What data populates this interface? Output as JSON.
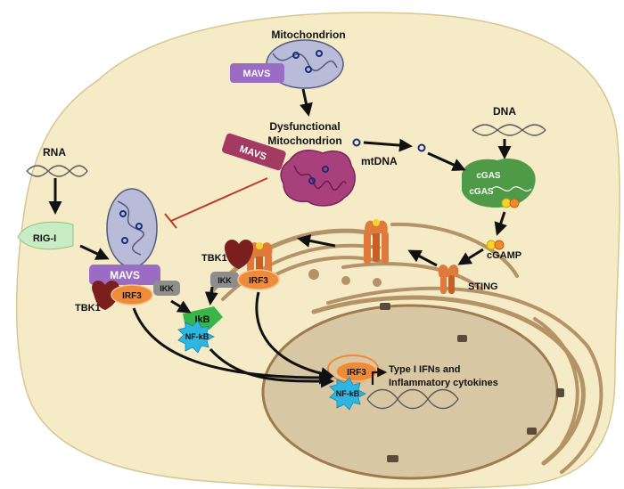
{
  "labels": {
    "mitochondrion": "Mitochondrion",
    "dysfunctional_1": "Dysfunctional",
    "dysfunctional_2": "Mitochondrion",
    "mtdna": "mtDNA",
    "dna": "DNA",
    "rna": "RNA",
    "rig_i": "RIG-I",
    "cgas_1": "cGAS",
    "cgas_2": "cGAS",
    "cgamp": "cGAMP",
    "sting": "STING",
    "tbk1_left": "TBK1",
    "tbk1_center": "TBK1",
    "mavs_top": "MAVS",
    "mavs_dys": "MAVS",
    "mavs_left": "MAVS",
    "irf3_left": "IRF3",
    "ikk_left": "IKK",
    "ikk_center": "IKK",
    "irf3_center": "IRF3",
    "ikb": "IkB",
    "nfkb_cyto": "NF-kB",
    "irf3_nucleus": "IRF3",
    "nfkb_nucleus": "NF-kB",
    "output_1": "Type I IFNs and",
    "output_2": "Inflammatory cytokines"
  },
  "colors": {
    "cell": "#f5ebc7",
    "nucleus": "#d8c7a3",
    "er": "#b49366",
    "mito": "#b8bcd8",
    "mito_dys": "#a8407c",
    "mavs": "#9b6cc4",
    "mavs_dys": "#a33a62",
    "cgas": "#4f9a47",
    "irf3": "#ee8b3a",
    "nfkb": "#2eb6e2",
    "ikb": "#3ab54a",
    "ikk": "#8d8d8d",
    "tbk1": "#7a1e1e",
    "sting": "#e07a3c",
    "rig_i": "#c8ecc4",
    "inhibit": "#c0392b"
  },
  "icons": [
    "dna-helix-icon",
    "mitochondrion-icon",
    "arrow-icon",
    "inhibition-icon"
  ]
}
